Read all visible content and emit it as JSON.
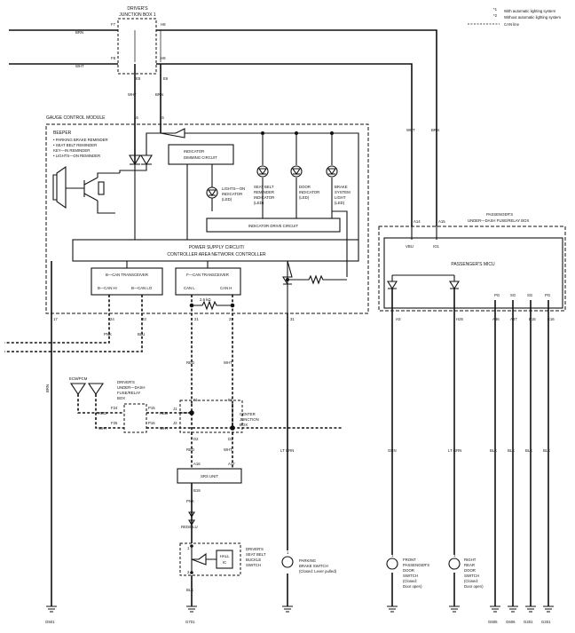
{
  "legend": {
    "n1_mark": "*1",
    "n1_text": "With automatic lighting system",
    "n2_mark": "*2",
    "n2_text": "Without automatic lighting system",
    "can_text": "CAN line"
  },
  "djb": {
    "line1": "DRIVER'S",
    "line2": "JUNCTION BOX 1",
    "f7": "F7",
    "h8": "H8",
    "f8": "F8",
    "h9": "H9",
    "e5": "E5",
    "e6": "E6"
  },
  "wires": {
    "brn": "BRN",
    "wht": "WHT",
    "pnk": "PNK",
    "blu": "BLU",
    "red": "RED",
    "ltgrn": "LT GRN",
    "grn": "GRN",
    "blk": "BLK",
    "redblu": "RED/BLU"
  },
  "gcm": {
    "title": "GAUGE CONTROL MODULE",
    "pin16": "16",
    "pin15": "15",
    "pin17": "17",
    "pin24": "24",
    "pin23": "23",
    "pin21": "21",
    "pin22": "22",
    "pin31": "31",
    "beeper": "BEEPER",
    "beeper_items": [
      "• PARKING BRAKE REMINDER",
      "• SEAT BELT REMINDER",
      "  KEY—IN REMINDER",
      "• LIGHTS—ON REMINDER"
    ],
    "dimming": [
      "INDICATOR",
      "DIMMING CIRCUIT"
    ],
    "lights_on": [
      "LIGHTS—ON",
      "INDICATOR",
      "(LED)"
    ],
    "seatbelt_ind": [
      "SEAT BELT",
      "REMINDER",
      "INDICATOR",
      "(LED)"
    ],
    "door_ind": [
      "DOOR",
      "INDICATOR",
      "(LED)"
    ],
    "brake_ind": [
      "BRAKE",
      "SYSTEM",
      "LIGHT",
      "(LED)"
    ],
    "drive_circuit": "INDICATOR DRIVE CIRCUIT",
    "power_supply": [
      "POWER SUPPLY CIRCUIT/",
      "CONTROLLER AREA NETWORK CONTROLLER"
    ],
    "bcan": "B—CAN TRANSCEIVER",
    "bcan_hi": "B—CAN HI",
    "bcan_lo": "B—CAN LO",
    "fcan": "F—CAN TRANSCEIVER",
    "can_l": "CAN L",
    "can_h": "CAN H",
    "resistor": "2.6 kΩ"
  },
  "passenger": {
    "box_title": [
      "PASSENGER'S",
      "UNDER—DASH FUSE/RELAY BOX"
    ],
    "mcu": "PASSENGER'S MICU",
    "a14": "A14",
    "a15": "A15",
    "vbu": "VBU",
    "ig1": "IG1",
    "h3": "H3",
    "h25": "H25",
    "pg": "PG",
    "sg": "SG",
    "a36": "A36",
    "a37": "A37",
    "e15": "E15",
    "e16": "E16"
  },
  "ecm": "ECM/PCM",
  "ddfr": {
    "lines": [
      "DRIVER'S",
      "UNDER—DASH",
      "FUSE/RELAY",
      "BOX"
    ],
    "f24": "F24",
    "f25": "F25",
    "p15": "P15",
    "p16": "P16"
  },
  "cjb": {
    "lines": [
      "CENTER",
      "JUNCTION",
      "BOX"
    ],
    "f1": "F1",
    "f2": "F2",
    "j1": "J1",
    "j2": "J2",
    "d2": "D2",
    "d3": "D3"
  },
  "srs": {
    "label": "SRS UNIT",
    "a16": "A16",
    "a17": "A17",
    "b19": "B19"
  },
  "buckle": {
    "lines": [
      "DRIVER'S",
      "SEAT BELT",
      "BUCKLE",
      "SWITCH"
    ],
    "hall": [
      "HALL",
      "IC"
    ],
    "pin1": "1",
    "pin2": "2"
  },
  "pbrake": {
    "lines": [
      "PARKING",
      "BRAKE SWITCH",
      "(Closed: Lever pulled)"
    ],
    "pin": "1"
  },
  "front_door": {
    "lines": [
      "FRONT",
      "PASSENGER'S",
      "DOOR",
      "SWITCH",
      "(Closed:",
      "Door open)"
    ],
    "pin": "1"
  },
  "rear_door": {
    "lines": [
      "RIGHT",
      "REAR",
      "DOOR",
      "SWITCH",
      "(Closed:",
      "Door open)"
    ],
    "pin": "1"
  },
  "grounds": {
    "g501": "G501",
    "g701": "G701",
    "g605": "G605",
    "g606": "G606",
    "g201": "G201"
  },
  "ground_g201": "G201"
}
